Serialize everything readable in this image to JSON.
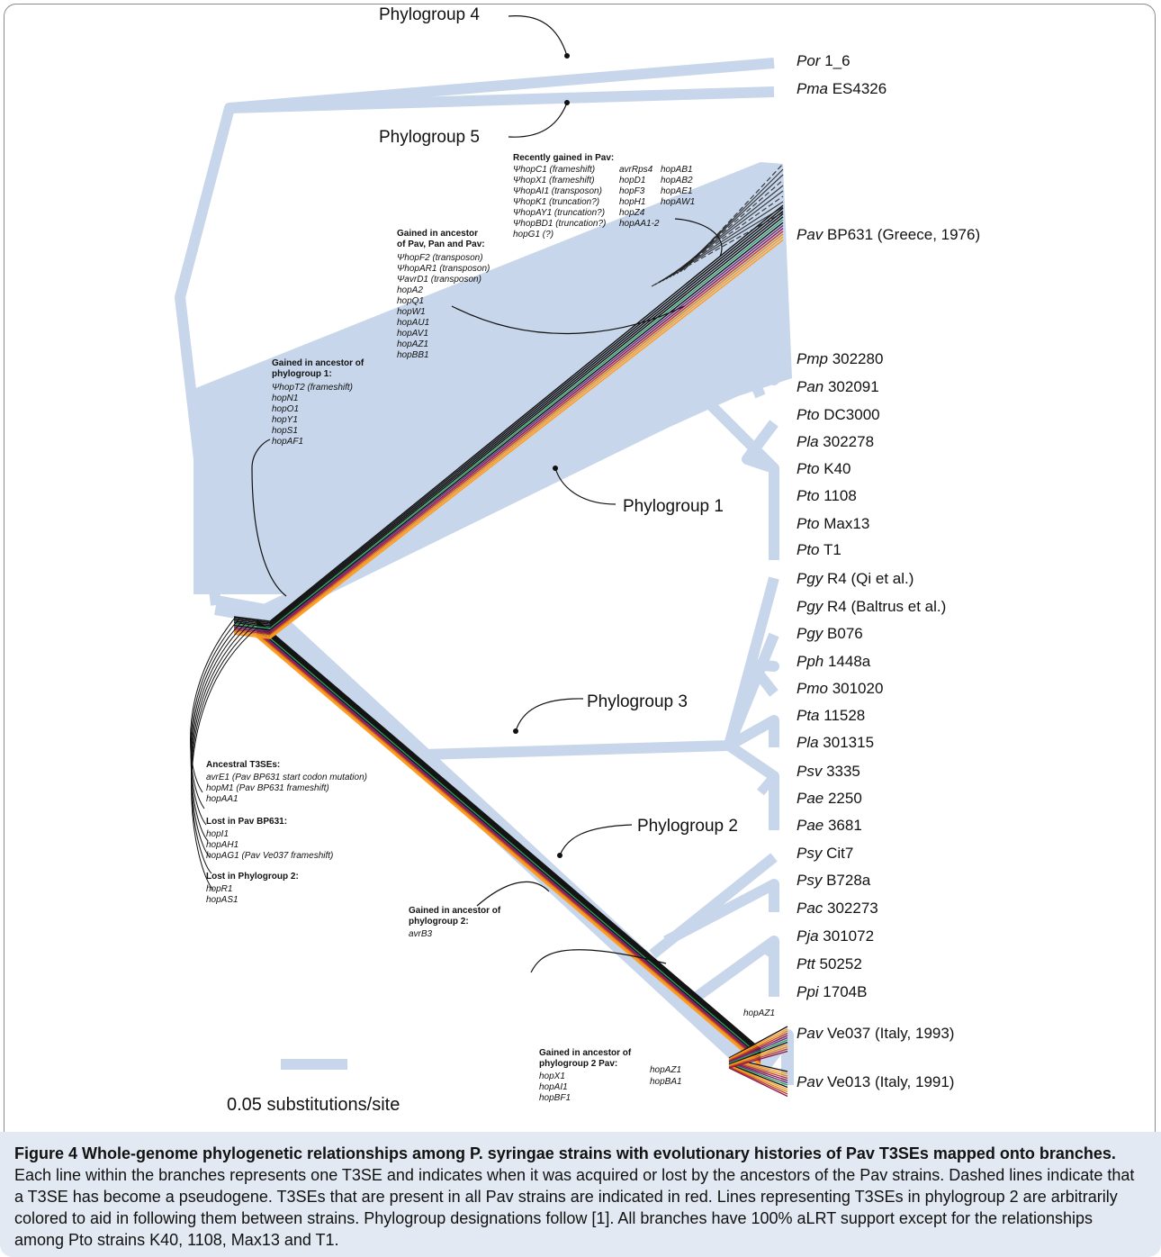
{
  "figure": {
    "scale_bar_label": "0.05 substitutions/site",
    "phylogroup_labels": [
      "Phylogroup 4",
      "Phylogroup 5",
      "Phylogroup 1",
      "Phylogroup 3",
      "Phylogroup 2"
    ],
    "strains": [
      {
        "sp": "Por",
        "id": "1_6"
      },
      {
        "sp": "Pma",
        "id": "ES4326"
      },
      {
        "sp": "Pav",
        "id": "BP631 (Greece, 1976)"
      },
      {
        "sp": "Pmp",
        "id": "302280"
      },
      {
        "sp": "Pan",
        "id": "302091"
      },
      {
        "sp": "Pto",
        "id": "DC3000"
      },
      {
        "sp": "Pla",
        "id": "302278"
      },
      {
        "sp": "Pto",
        "id": "K40"
      },
      {
        "sp": "Pto",
        "id": "1108"
      },
      {
        "sp": "Pto",
        "id": "Max13"
      },
      {
        "sp": "Pto",
        "id": "T1"
      },
      {
        "sp": "Pgy",
        "id": "R4 (Qi et al.)"
      },
      {
        "sp": "Pgy",
        "id": "R4 (Baltrus et al.)"
      },
      {
        "sp": "Pgy",
        "id": "B076"
      },
      {
        "sp": "Pph",
        "id": "1448a"
      },
      {
        "sp": "Pmo",
        "id": "301020"
      },
      {
        "sp": "Pta",
        "id": "11528"
      },
      {
        "sp": "Pla",
        "id": "301315"
      },
      {
        "sp": "Psv",
        "id": "3335"
      },
      {
        "sp": "Pae",
        "id": "2250"
      },
      {
        "sp": "Pae",
        "id": "3681"
      },
      {
        "sp": "Psy",
        "id": "Cit7"
      },
      {
        "sp": "Psy",
        "id": "B728a"
      },
      {
        "sp": "Pac",
        "id": "302273"
      },
      {
        "sp": "Pja",
        "id": "301072"
      },
      {
        "sp": "Ptt",
        "id": "50252"
      },
      {
        "sp": "Ppi",
        "id": "1704B"
      },
      {
        "sp": "Pav",
        "id": "Ve037 (Italy, 1993)"
      },
      {
        "sp": "Pav",
        "id": "Ve013 (Italy, 1991)"
      }
    ],
    "annotations": {
      "recent_pav": {
        "heading": "Recently gained in Pav:",
        "col1": [
          "ΨhopC1 (frameshift)",
          "ΨhopX1 (frameshift)",
          "ΨhopAI1 (transposon)",
          "ΨhopK1 (truncation?)",
          "ΨhopAY1 (truncation?)",
          "ΨhopBD1 (truncation?)",
          "hopG1 (?)"
        ],
        "col2": [
          "avrRps4",
          "hopD1",
          "hopF3",
          "hopH1",
          "hopZ4",
          "hopAA1-2"
        ],
        "col3": [
          "hopAB1",
          "hopAB2",
          "hopAE1",
          "hopAW1"
        ]
      },
      "ancestor_pav_pan": {
        "heading": [
          "Gained in ancestor",
          "of Pav, Pan and Pav:"
        ],
        "items": [
          "ΨhopF2 (transposon)",
          "ΨhopAR1 (transposon)",
          "ΨavrD1 (transposon)",
          "hopA2",
          "hopQ1",
          "hopW1",
          "hopAU1",
          "hopAV1",
          "hopAZ1",
          "hopBB1"
        ]
      },
      "phylogroup1": {
        "heading": [
          "Gained in ancestor of",
          "phylogroup 1:"
        ],
        "items": [
          "ΨhopT2 (frameshift)",
          "hopN1",
          "hopO1",
          "hopY1",
          "hopS1",
          "hopAF1"
        ]
      },
      "ancestral": {
        "heading": "Ancestral T3SEs:",
        "items": [
          "avrE1 (Pav BP631 start codon mutation)",
          "hopM1 (Pav BP631 frameshift)",
          "hopAA1"
        ]
      },
      "lost_bp631": {
        "heading": "Lost in Pav BP631:",
        "items": [
          "hopI1",
          "hopAH1",
          "hopAG1 (Pav Ve037 frameshift)"
        ]
      },
      "lost_pg2": {
        "heading": "Lost in Phylogroup 2:",
        "items": [
          "hopR1",
          "hopAS1"
        ]
      },
      "pg2": {
        "heading": [
          "Gained in ancestor of",
          "phylogroup 2:"
        ],
        "items": [
          "avrB3"
        ]
      },
      "pg2_pav": {
        "heading": [
          "Gained in ancestor of",
          "phylogroup 2 Pav:"
        ],
        "items": [
          "hopX1",
          "hopAI1",
          "hopBF1"
        ]
      },
      "ve_labels": [
        "hopAZ1",
        "hopAZ1",
        "hopBA1"
      ]
    },
    "colors": {
      "branch": "#c7d6ea",
      "present_in_all": "#e03a2c",
      "t3se_palette": [
        "#111111",
        "#ff9a1f",
        "#d98b1a",
        "#c0392b",
        "#8b1a4a",
        "#6b2a7a",
        "#2ca05a"
      ]
    }
  },
  "caption": {
    "title": "Figure 4 Whole-genome phylogenetic relationships among P. syringae strains with evolutionary histories of Pav T3SEs mapped onto branches.",
    "body": "Each line within the branches represents one T3SE and indicates when it was acquired or lost by the ancestors of the Pav strains. Dashed lines indicate that a T3SE has become a pseudogene. T3SEs that are present in all Pav strains are indicated in red. Lines representing T3SEs in phylogroup 2 are arbitrarily colored to aid in following them between strains. Phylogroup designations follow [1]. All branches have 100% aLRT support except for the relationships among Pto strains K40, 1108, Max13 and T1."
  }
}
